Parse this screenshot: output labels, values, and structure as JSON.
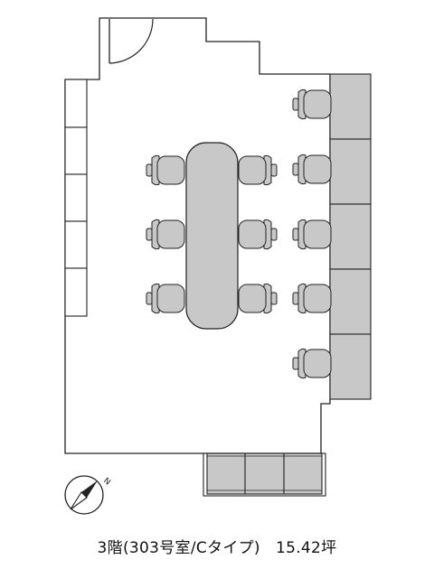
{
  "caption": {
    "room": "3階(303号室/Cタイプ)",
    "area": "15.42坪"
  },
  "compass": {
    "north_label": "N"
  },
  "colors": {
    "furniture_fill": "#c8c8c8",
    "furniture_dark": "#9a9a9a",
    "line": "#222222",
    "background": "#ffffff"
  },
  "icons": [
    "compass-icon",
    "door-swing-icon",
    "office-chair-icon"
  ]
}
